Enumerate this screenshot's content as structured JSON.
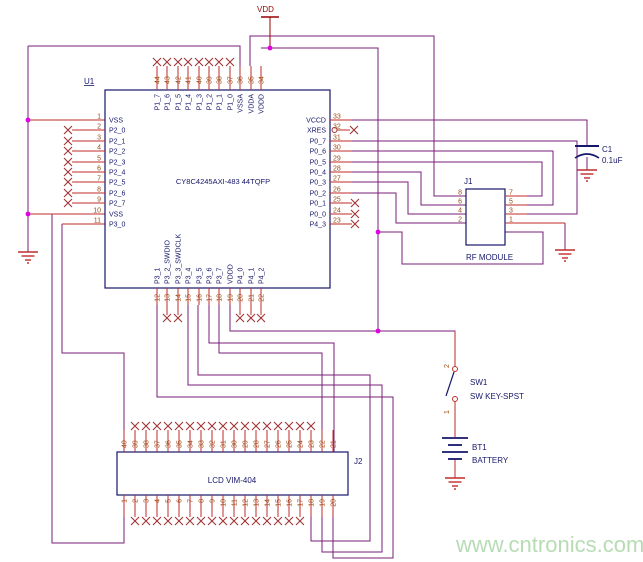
{
  "watermark": "www.cntronics.com",
  "power": {
    "vdd_label": "VDD"
  },
  "u1": {
    "ref": "U1",
    "part": "CY8C4245AXI-483 44TQFP",
    "left_pins": [
      {
        "num": "1",
        "name": "VSS",
        "conn": "rail"
      },
      {
        "num": "2",
        "name": "P2_0",
        "nc": true
      },
      {
        "num": "3",
        "name": "P2_1",
        "nc": true
      },
      {
        "num": "4",
        "name": "P2_2",
        "nc": true
      },
      {
        "num": "5",
        "name": "P2_3",
        "nc": true
      },
      {
        "num": "6",
        "name": "P2_4",
        "nc": true
      },
      {
        "num": "7",
        "name": "P2_5",
        "nc": true
      },
      {
        "num": "8",
        "name": "P2_6",
        "nc": true
      },
      {
        "num": "9",
        "name": "P2_7",
        "nc": true
      },
      {
        "num": "10",
        "name": "VSS",
        "conn": "rail"
      },
      {
        "num": "11",
        "name": "P3_0",
        "conn": "wire"
      }
    ],
    "top_pins": [
      {
        "num": "44",
        "name": "P1_7",
        "nc": true
      },
      {
        "num": "43",
        "name": "P1_6",
        "nc": true
      },
      {
        "num": "42",
        "name": "P1_5",
        "nc": true
      },
      {
        "num": "41",
        "name": "P1_4",
        "nc": true
      },
      {
        "num": "40",
        "name": "P1_3",
        "nc": true
      },
      {
        "num": "39",
        "name": "P1_2",
        "nc": true
      },
      {
        "num": "38",
        "name": "P1_1",
        "nc": true
      },
      {
        "num": "37",
        "name": "P1_0",
        "nc": true
      },
      {
        "num": "36",
        "name": "VSSA",
        "conn": "wire"
      },
      {
        "num": "35",
        "name": "VDDA",
        "conn": "wire"
      },
      {
        "num": "34",
        "name": "VDDD",
        "conn": "wire"
      }
    ],
    "right_pins": [
      {
        "num": "33",
        "name": "VCCD",
        "conn": "wire"
      },
      {
        "num": "32",
        "name": "XRES",
        "nc": true,
        "bubble": true,
        "overline": true
      },
      {
        "num": "31",
        "name": "P0_7",
        "conn": "wire"
      },
      {
        "num": "30",
        "name": "P0_6",
        "conn": "wire"
      },
      {
        "num": "29",
        "name": "P0_5",
        "conn": "wire"
      },
      {
        "num": "28",
        "name": "P0_4",
        "conn": "wire"
      },
      {
        "num": "27",
        "name": "P0_3",
        "conn": "wire"
      },
      {
        "num": "26",
        "name": "P0_2",
        "conn": "wire"
      },
      {
        "num": "25",
        "name": "P0_1",
        "nc": true
      },
      {
        "num": "24",
        "name": "P0_0",
        "nc": true
      },
      {
        "num": "23",
        "name": "P4_3",
        "nc": true
      }
    ],
    "bottom_pins": [
      {
        "num": "12",
        "name": "P3_1",
        "conn": "wire"
      },
      {
        "num": "13",
        "name": "P3_2_SWDIO",
        "nc": true
      },
      {
        "num": "14",
        "name": "P3_3_SWDCLK",
        "nc": true
      },
      {
        "num": "15",
        "name": "P3_4",
        "conn": "wire"
      },
      {
        "num": "16",
        "name": "P3_5",
        "conn": "wire"
      },
      {
        "num": "17",
        "name": "P3_6",
        "conn": "wire"
      },
      {
        "num": "18",
        "name": "P3_7",
        "conn": "wire"
      },
      {
        "num": "19",
        "name": "VDDD",
        "conn": "wire"
      },
      {
        "num": "20",
        "name": "P4_0",
        "nc": true
      },
      {
        "num": "21",
        "name": "P4_1",
        "nc": true
      },
      {
        "num": "22",
        "name": "P4_2",
        "nc": true
      }
    ]
  },
  "j1": {
    "ref": "J1",
    "label": "RF MODULE",
    "left_pins": [
      "8",
      "6",
      "4",
      "2"
    ],
    "right_pins": [
      "7",
      "5",
      "3",
      "1"
    ]
  },
  "j2": {
    "ref": "J2",
    "label": "LCD VIM-404",
    "top_pins": [
      {
        "num": "40"
      },
      {
        "num": "39",
        "nc": true
      },
      {
        "num": "38",
        "nc": true
      },
      {
        "num": "37",
        "nc": true
      },
      {
        "num": "36",
        "nc": true
      },
      {
        "num": "35",
        "nc": true
      },
      {
        "num": "34",
        "nc": true
      },
      {
        "num": "33",
        "nc": true
      },
      {
        "num": "32",
        "nc": true
      },
      {
        "num": "31",
        "nc": true
      },
      {
        "num": "30",
        "nc": true
      },
      {
        "num": "29",
        "nc": true
      },
      {
        "num": "28",
        "nc": true
      },
      {
        "num": "27",
        "nc": true
      },
      {
        "num": "26",
        "nc": true
      },
      {
        "num": "25",
        "nc": true
      },
      {
        "num": "24",
        "nc": true
      },
      {
        "num": "23",
        "nc": true
      },
      {
        "num": "22"
      },
      {
        "num": "21"
      }
    ],
    "bottom_pins": [
      {
        "num": "1"
      },
      {
        "num": "2",
        "nc": true
      },
      {
        "num": "3",
        "nc": true
      },
      {
        "num": "4",
        "nc": true
      },
      {
        "num": "5",
        "nc": true
      },
      {
        "num": "6",
        "nc": true
      },
      {
        "num": "7",
        "nc": true
      },
      {
        "num": "8",
        "nc": true
      },
      {
        "num": "9",
        "nc": true
      },
      {
        "num": "10",
        "nc": true
      },
      {
        "num": "11",
        "nc": true
      },
      {
        "num": "12",
        "nc": true
      },
      {
        "num": "13",
        "nc": true
      },
      {
        "num": "14",
        "nc": true
      },
      {
        "num": "15",
        "nc": true
      },
      {
        "num": "16",
        "nc": true
      },
      {
        "num": "17",
        "nc": true
      },
      {
        "num": "18"
      },
      {
        "num": "19"
      },
      {
        "num": "20"
      }
    ]
  },
  "c1": {
    "ref": "C1",
    "value": "0.1uF"
  },
  "sw1": {
    "ref": "SW1",
    "value": "SW KEY-SPST",
    "pin_top": "2",
    "pin_bottom": "1"
  },
  "bt1": {
    "ref": "BT1",
    "value": "BATTERY"
  },
  "colors": {
    "wire_purple": "#7A1E78",
    "pin_red": "#C22B2B",
    "nc_x": "#A03333",
    "navy": "#16166B",
    "num_brown": "#9C4A10",
    "junction": "#E000E0",
    "watermark_green": "#B7DCB4"
  }
}
